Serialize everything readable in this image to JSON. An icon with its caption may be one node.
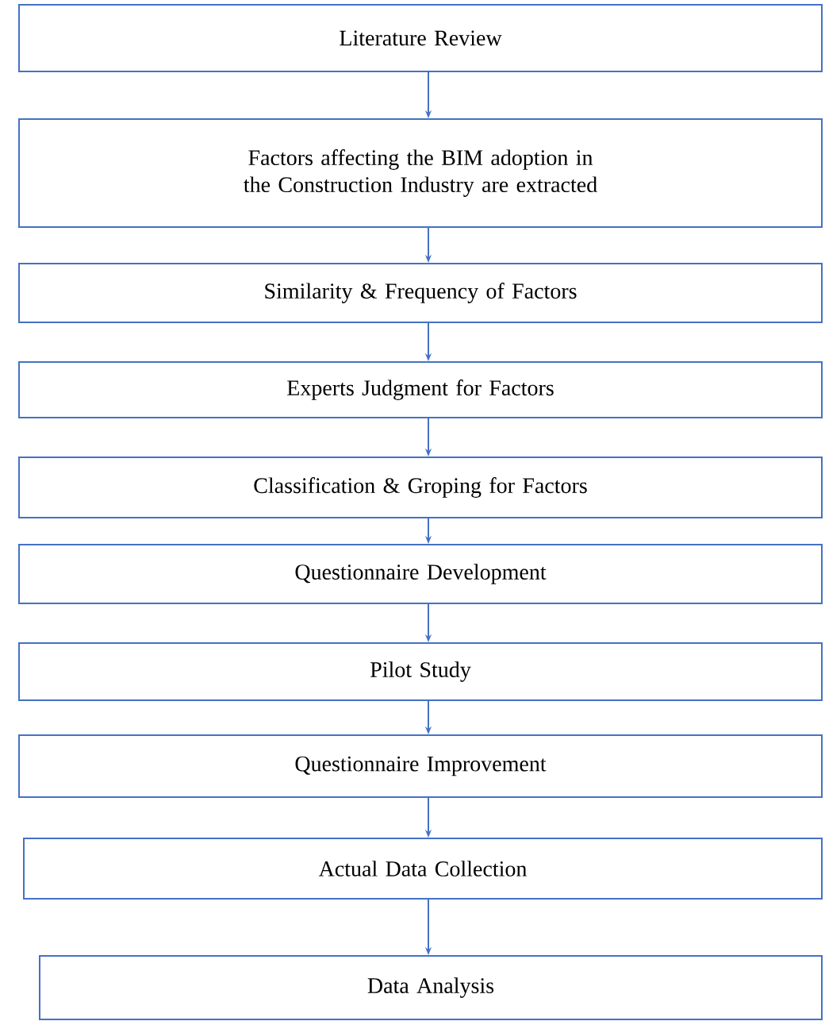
{
  "diagram": {
    "nodes": [
      {
        "text": [
          "Literature Review"
        ]
      },
      {
        "text": [
          "Factors affecting the BIM adoption in the Construction Industry are extracted"
        ]
      },
      {
        "text": [
          "Similarity & Frequency of Factors"
        ]
      },
      {
        "text": [
          "Experts Judgment for Factors"
        ]
      },
      {
        "text": [
          "Classification & Groping for Factors"
        ]
      },
      {
        "text": [
          "Questionnaire  Development"
        ]
      },
      {
        "text": [
          "Pilot Study"
        ]
      },
      {
        "text": [
          "Questionnaire  Improvement"
        ]
      },
      {
        "text": [
          "Actual Data Collection"
        ]
      },
      {
        "text": [
          "Data Analysis"
        ]
      }
    ],
    "edges": [
      {
        "from": 0,
        "to": 1,
        "arrow": "to"
      },
      {
        "from": 1,
        "to": 2,
        "arrow": "to"
      },
      {
        "from": 2,
        "to": 3,
        "arrow": "to"
      },
      {
        "from": 3,
        "to": 4,
        "arrow": "to"
      },
      {
        "from": 4,
        "to": 5,
        "arrow": "to"
      },
      {
        "from": 5,
        "to": 6,
        "arrow": "to"
      },
      {
        "from": 6,
        "to": 7,
        "arrow": "to"
      },
      {
        "from": 7,
        "to": 8,
        "arrow": "to"
      },
      {
        "from": 8,
        "to": 9,
        "arrow": "to"
      }
    ]
  }
}
